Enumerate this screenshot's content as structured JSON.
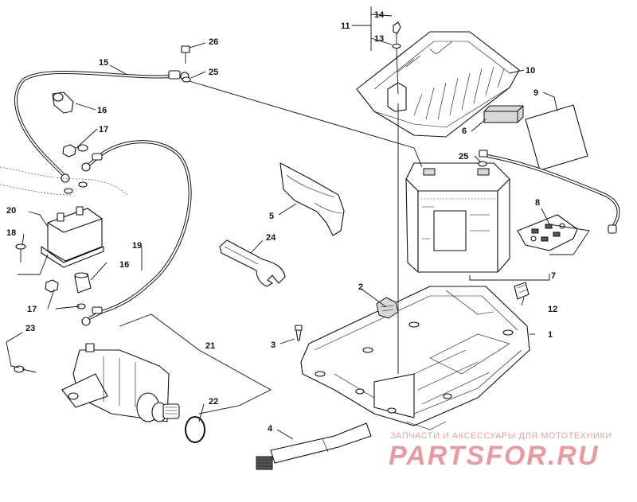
{
  "callouts": [
    {
      "id": "c1",
      "label": "1"
    },
    {
      "id": "c2",
      "label": "2"
    },
    {
      "id": "c3",
      "label": "3"
    },
    {
      "id": "c4",
      "label": "4"
    },
    {
      "id": "c5",
      "label": "5"
    },
    {
      "id": "c6",
      "label": "6"
    },
    {
      "id": "c7",
      "label": "7"
    },
    {
      "id": "c8",
      "label": "8"
    },
    {
      "id": "c9",
      "label": "9"
    },
    {
      "id": "c10",
      "label": "10"
    },
    {
      "id": "c11",
      "label": "11"
    },
    {
      "id": "c12",
      "label": "12"
    },
    {
      "id": "c13",
      "label": "13"
    },
    {
      "id": "c14",
      "label": "14"
    },
    {
      "id": "c15",
      "label": "15"
    },
    {
      "id": "c16a",
      "label": "16"
    },
    {
      "id": "c16b",
      "label": "16"
    },
    {
      "id": "c17a",
      "label": "17"
    },
    {
      "id": "c17b",
      "label": "17"
    },
    {
      "id": "c18",
      "label": "18"
    },
    {
      "id": "c19",
      "label": "19"
    },
    {
      "id": "c20",
      "label": "20"
    },
    {
      "id": "c21",
      "label": "21"
    },
    {
      "id": "c22",
      "label": "22"
    },
    {
      "id": "c23",
      "label": "23"
    },
    {
      "id": "c24",
      "label": "24"
    },
    {
      "id": "c25a",
      "label": "25"
    },
    {
      "id": "c25b",
      "label": "25"
    },
    {
      "id": "c26",
      "label": "26"
    }
  ],
  "watermark": {
    "tagline": "ЗАПЧАСТИ И АКСЕССУАРЫ ДЛЯ МОТОТЕХНИКИ",
    "brand": "PARTSFOR.RU"
  }
}
